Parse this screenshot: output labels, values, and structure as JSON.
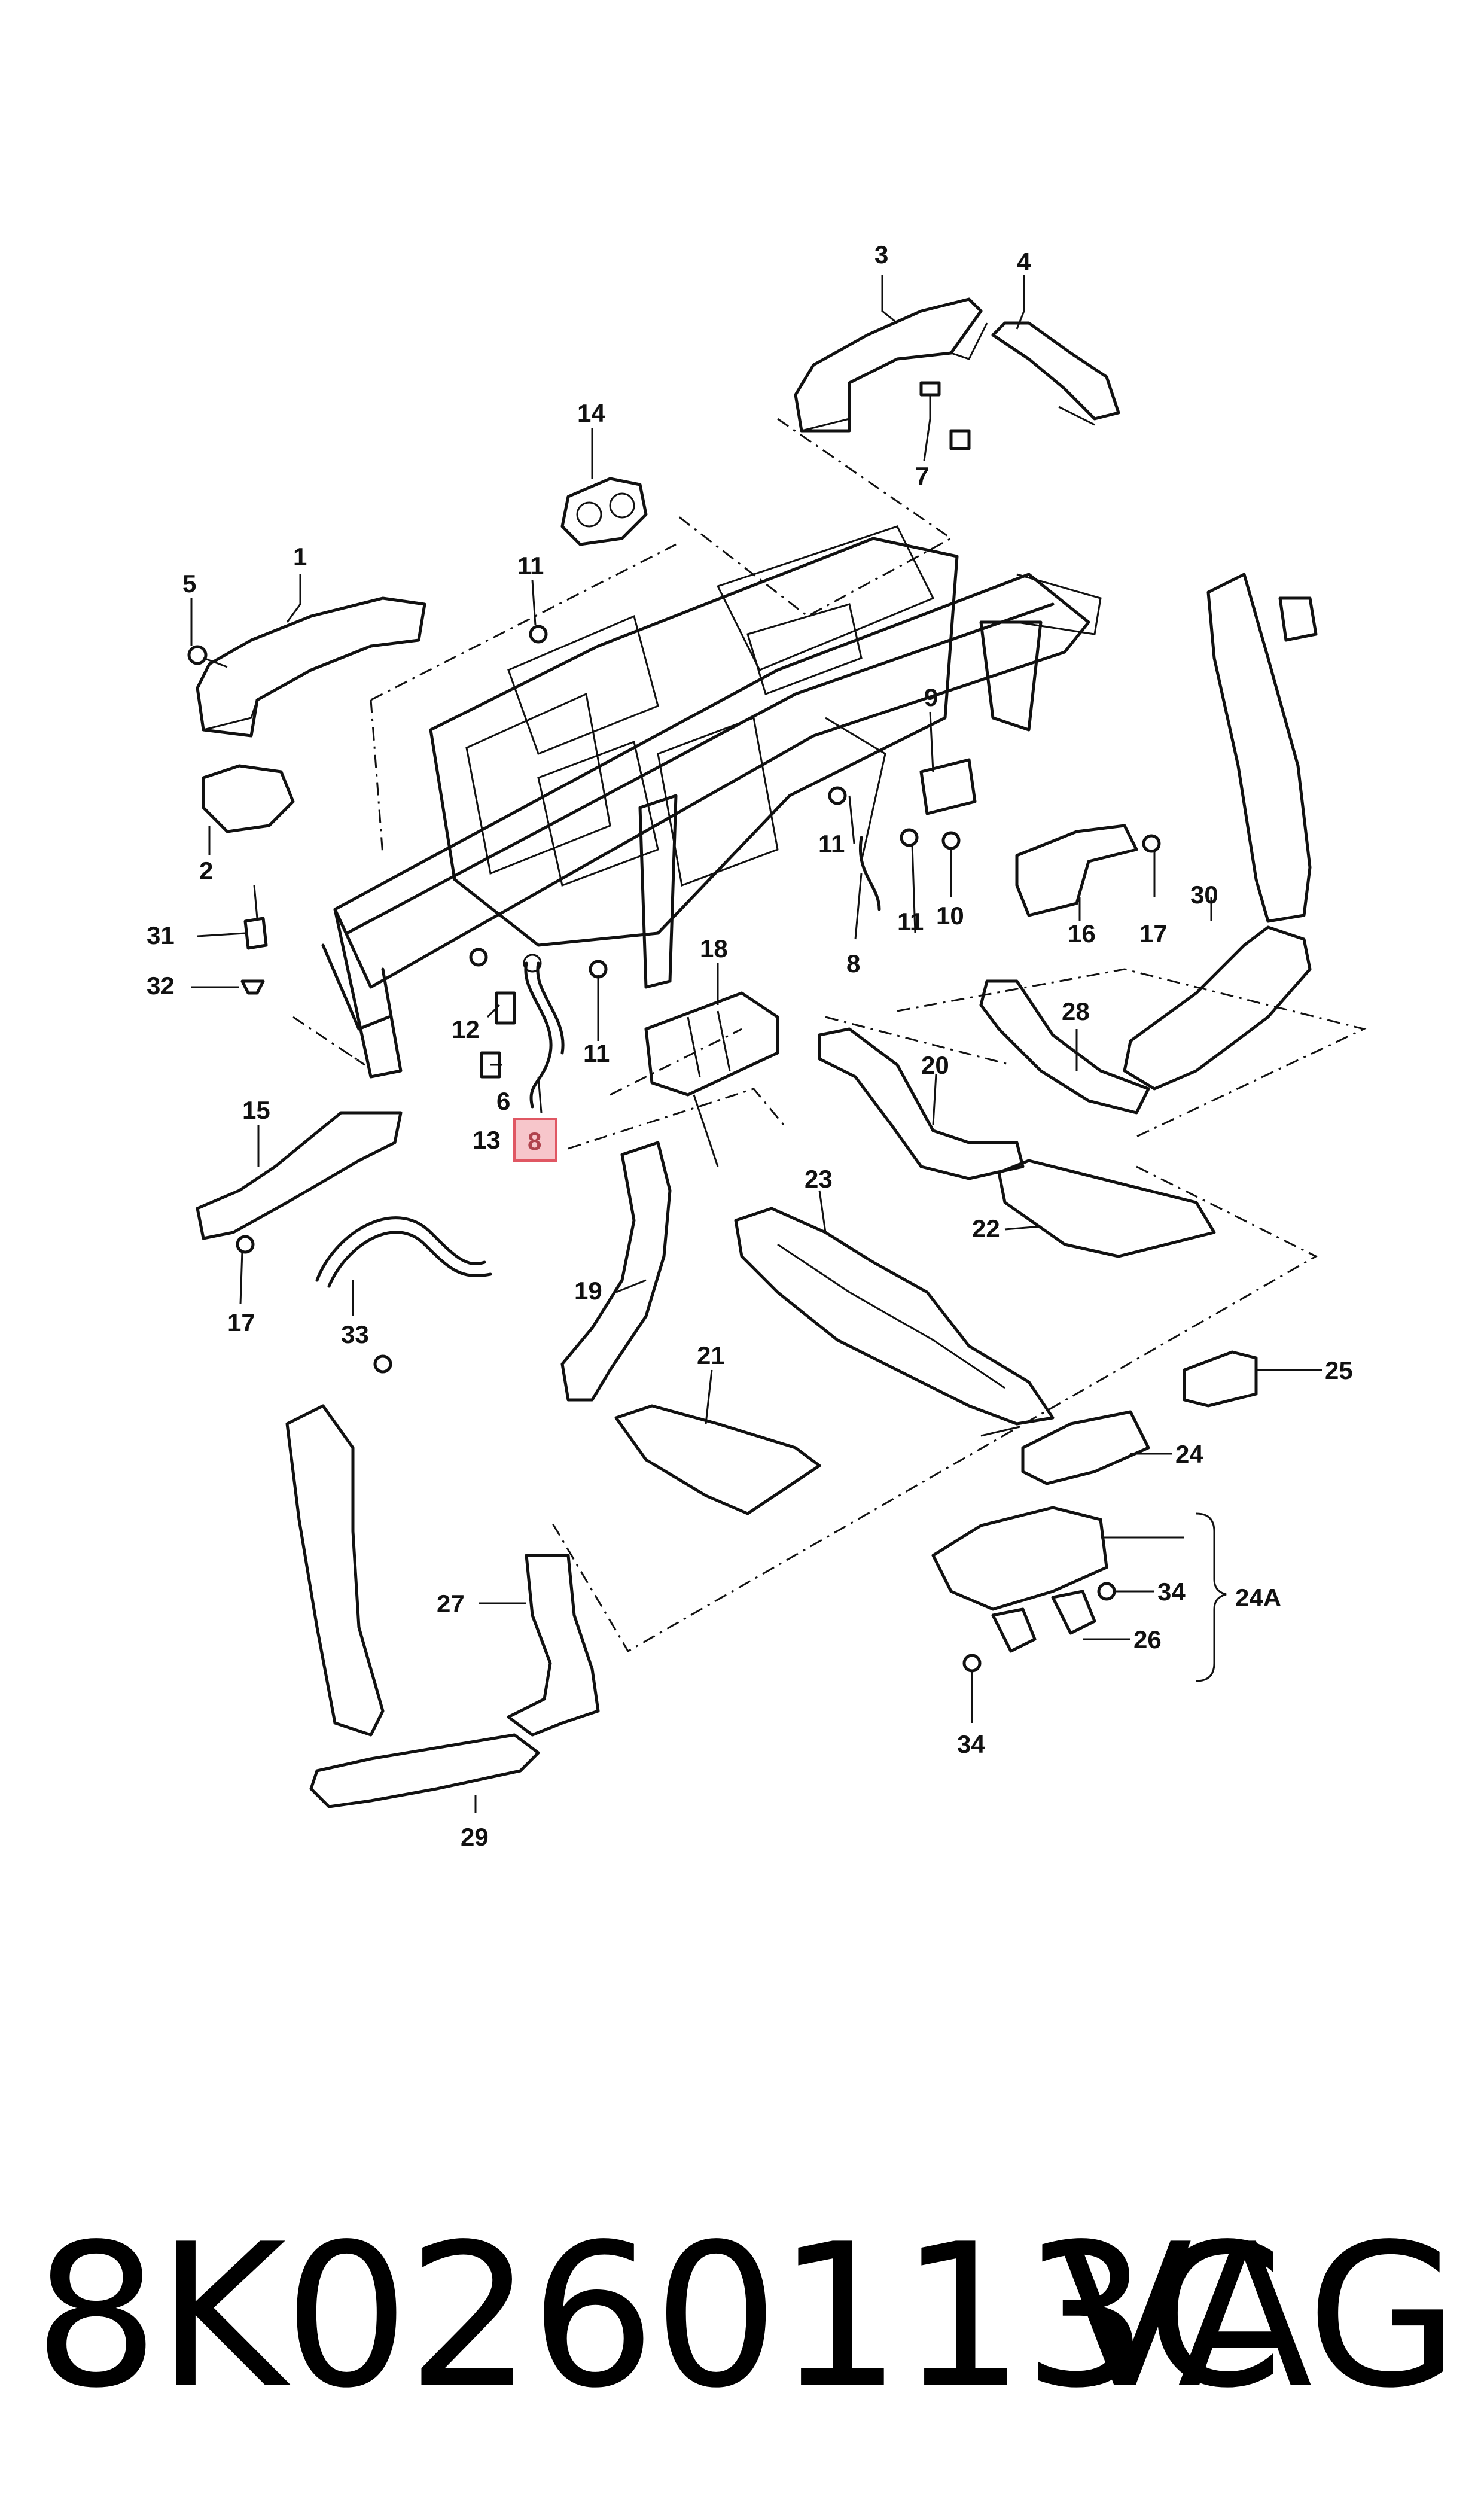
{
  "diagram": {
    "highlighted_callout": "8",
    "callouts": [
      "1",
      "2",
      "3",
      "4",
      "5",
      "7",
      "8",
      "9",
      "10",
      "11",
      "12",
      "13",
      "14",
      "15",
      "16",
      "17",
      "18",
      "19",
      "20",
      "21",
      "22",
      "23",
      "24",
      "24A",
      "25",
      "26",
      "27",
      "28",
      "29",
      "30",
      "31",
      "32",
      "33",
      "34",
      "6"
    ],
    "labels": {
      "c1": "1",
      "c2": "2",
      "c3": "3",
      "c4": "4",
      "c5": "5",
      "c6": "6",
      "c7": "7",
      "c8a": "8",
      "c8b": "8",
      "c9": "9",
      "c10": "10",
      "c11a": "11",
      "c11b": "11",
      "c11c": "11",
      "c11d": "11",
      "c12": "12",
      "c13": "13",
      "c14": "14",
      "c15": "15",
      "c16": "16",
      "c17a": "17",
      "c17b": "17",
      "c18": "18",
      "c19": "19",
      "c20": "20",
      "c21": "21",
      "c22": "22",
      "c23": "23",
      "c24": "24",
      "c24a": "24A",
      "c25": "25",
      "c26": "26",
      "c27": "27",
      "c28": "28",
      "c29": "29",
      "c30": "30",
      "c31": "31",
      "c32": "32",
      "c33": "33",
      "c34a": "34",
      "c34b": "34"
    }
  },
  "footer": {
    "part_number": "8K0260113C",
    "brand": "VAG"
  }
}
